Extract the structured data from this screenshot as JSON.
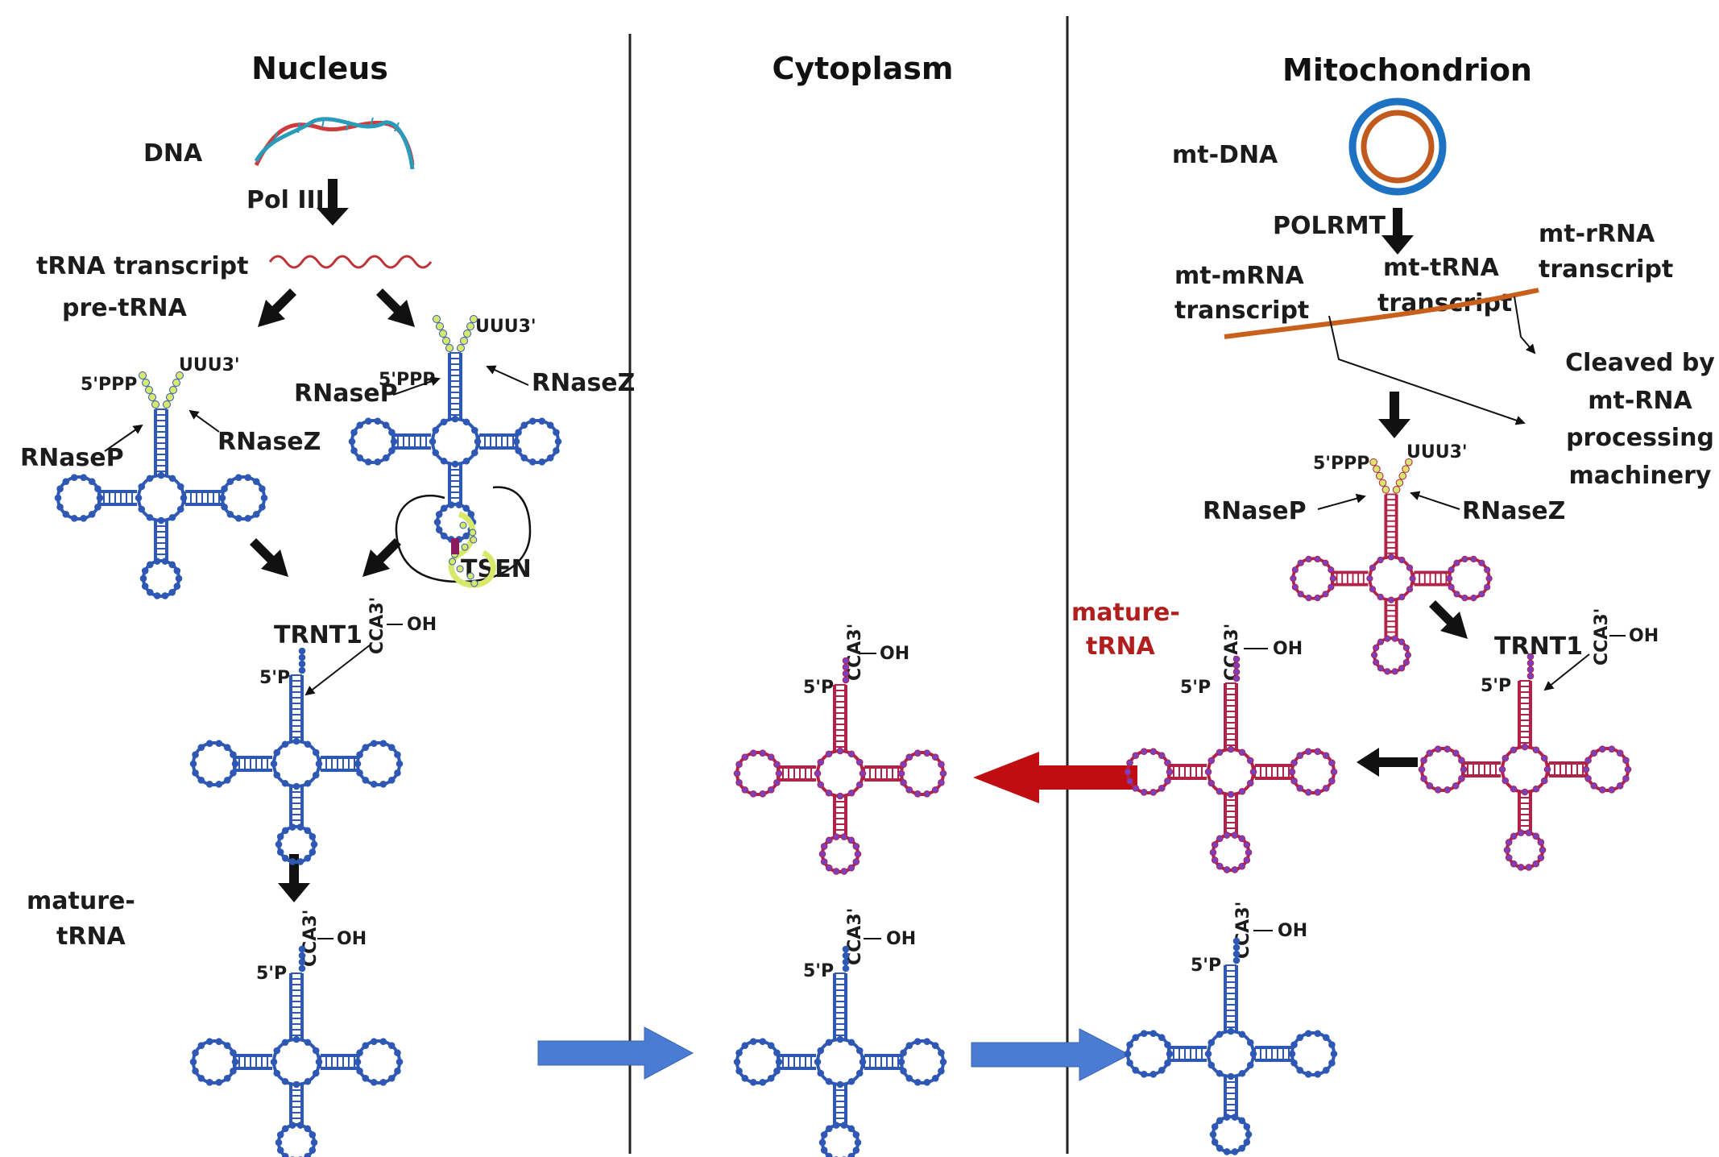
{
  "headers": {
    "nucleus": "Nucleus",
    "cytoplasm": "Cytoplasm",
    "mitochondrion": "Mitochondrion"
  },
  "nucleus": {
    "dna": "DNA",
    "pol3": "Pol III",
    "transcript": "tRNA  transcript",
    "pre_trna": "pre-tRNA",
    "p5ppp": "5'PPP",
    "uuu3": "UUU3'",
    "rnasep": "RNaseP",
    "rnasez": "RNaseZ",
    "tsen": "TSEN",
    "trnt1": "TRNT1",
    "cca3": "CCA3'",
    "oh": "OH",
    "p5p": "5'P",
    "mature_line1": "mature-",
    "mature_line2": "tRNA"
  },
  "mito": {
    "mtdna": "mt-DNA",
    "polrmt": "POLRMT",
    "mt_mrna_1": "mt-mRNA",
    "mt_mrna_2": "transcript",
    "mt_trna_1": "mt-tRNA",
    "mt_trna_2": "transcript",
    "mt_rrna_1": "mt-rRNA",
    "mt_rrna_2": "transcript",
    "cleaved_1": "Cleaved by",
    "cleaved_2": "mt-RNA",
    "cleaved_3": "processing",
    "cleaved_4": "machinery",
    "mature_red_1": "mature-",
    "mature_red_2": "tRNA"
  },
  "colors": {
    "blue_trna": "#2f58b5",
    "red_trna": "#b02247",
    "red_dot": "#7b3fbf",
    "yellow_tail": "#d8e86a",
    "blue_arrow": "#4a7cd4",
    "red_arrow": "#c00d12",
    "mature_red_text": "#b01e1e",
    "mt_dna_outer": "#1d72c4",
    "mt_dna_inner": "#c25a1e",
    "transcript_line": "#c8601b",
    "pre_trna_wave": "#c0333a"
  }
}
